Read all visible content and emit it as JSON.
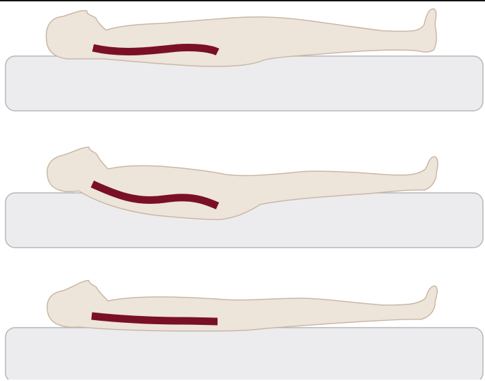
{
  "colors": {
    "mattress_fill": "#ececee",
    "mattress_stroke": "#b4b6ba",
    "body_fill": "#ede4da",
    "body_stroke": "#c9b7a3",
    "spine": "#7a1025",
    "border": "#111111"
  },
  "panels": [
    {
      "mattress": "firm",
      "spine_shape": "arched"
    },
    {
      "mattress": "soft",
      "spine_shape": "sagging"
    },
    {
      "mattress": "medium",
      "spine_shape": "straight"
    }
  ]
}
